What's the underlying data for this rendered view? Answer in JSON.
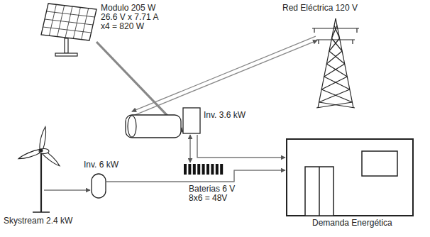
{
  "diagram": {
    "nodes": [
      {
        "text": [
          "Modulo 205 W 26.6 V x 7.71 A x4 = 820 W"
        ]
      },
      {
        "text": [
          "Red Eléctrica 120 V"
        ]
      },
      {
        "text": [
          "Inv. 3.6 kW"
        ]
      },
      {
        "text": [
          "Skystream 2.4 kW"
        ]
      },
      {
        "text": [
          "Inv. 6 kW"
        ]
      },
      {
        "text": [
          "Baterias 6 V 8x6 = 48V"
        ]
      },
      {
        "text": [
          "Demanda Energética"
        ]
      }
    ],
    "edges": [
      {
        "from": 0,
        "to": 2,
        "arrow": "to"
      },
      {
        "from": 2,
        "to": 1,
        "arrow": "both"
      },
      {
        "from": 2,
        "to": 5,
        "arrow": "both"
      },
      {
        "from": 2,
        "to": 6,
        "arrow": "to"
      },
      {
        "from": 3,
        "to": 4,
        "arrow": "to"
      },
      {
        "from": 4,
        "to": 6,
        "arrow": "to"
      }
    ]
  }
}
